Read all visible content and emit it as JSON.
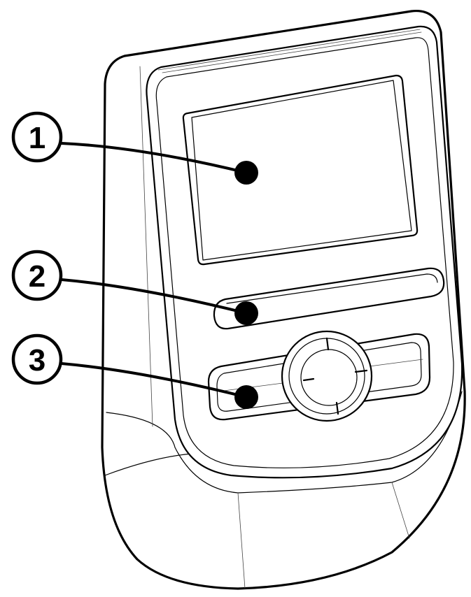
{
  "callouts": [
    {
      "number": "1",
      "target": "screen"
    },
    {
      "number": "2",
      "target": "status-strip"
    },
    {
      "number": "3",
      "target": "control-buttons"
    }
  ],
  "colors": {
    "line": "#000000",
    "background": "#ffffff"
  }
}
